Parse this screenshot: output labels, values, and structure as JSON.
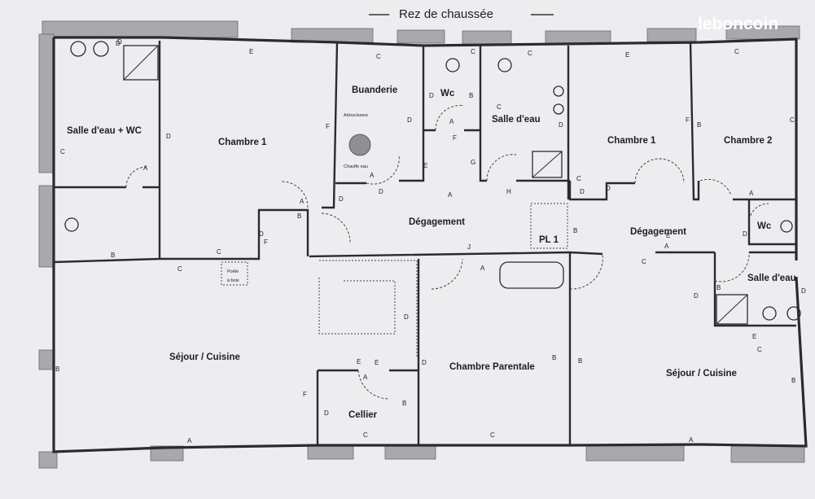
{
  "title": "Rez de chaussée",
  "watermark": "leboncoin",
  "rooms": {
    "salle_eau_wc": "Salle d'eau + WC",
    "chambre1_left": "Chambre 1",
    "buanderie": "Buanderie",
    "wc_top": "Wc",
    "salle_eau_top": "Salle d'eau",
    "chambre1_right": "Chambre 1",
    "chambre2": "Chambre 2",
    "degagement_left": "Dégagement",
    "degagement_right": "Dégagement",
    "wc_right": "Wc",
    "salle_eau_right": "Salle d'eau",
    "sejour_cuisine_left": "Séjour / Cuisine",
    "chambre_parentale": "Chambre Parentale",
    "cellier": "Cellier",
    "sejour_cuisine_right": "Séjour / Cuisine",
    "pl1": "PL 1"
  },
  "fixtures": {
    "adoucisseur": "Adoucisseur",
    "chauffe_eau": "Chauffe eau",
    "poele_1": "Poêle",
    "poele_2": "à bois"
  },
  "wall_letters": [
    {
      "id": "l1",
      "t": "D"
    },
    {
      "id": "l2",
      "t": "E"
    },
    {
      "id": "l3",
      "t": "C"
    },
    {
      "id": "l4",
      "t": "C"
    },
    {
      "id": "l5",
      "t": "C"
    },
    {
      "id": "l6",
      "t": "E"
    },
    {
      "id": "l7",
      "t": "C"
    },
    {
      "id": "l8",
      "t": "D"
    },
    {
      "id": "l9",
      "t": "A"
    },
    {
      "id": "l10",
      "t": "C"
    },
    {
      "id": "l11",
      "t": "D"
    },
    {
      "id": "l12",
      "t": "F"
    },
    {
      "id": "l13",
      "t": "D"
    },
    {
      "id": "l14",
      "t": "A"
    },
    {
      "id": "l15",
      "t": "B"
    },
    {
      "id": "l16",
      "t": "C"
    },
    {
      "id": "l17",
      "t": "A"
    },
    {
      "id": "l18",
      "t": "B"
    },
    {
      "id": "l19",
      "t": "A"
    },
    {
      "id": "l20",
      "t": "D"
    },
    {
      "id": "l21",
      "t": "E"
    },
    {
      "id": "l22",
      "t": "D"
    },
    {
      "id": "l23",
      "t": "A"
    },
    {
      "id": "l24",
      "t": "F"
    },
    {
      "id": "l25",
      "t": "G"
    },
    {
      "id": "l26",
      "t": "H"
    },
    {
      "id": "l27",
      "t": "J"
    },
    {
      "id": "l28",
      "t": "A"
    },
    {
      "id": "l29",
      "t": "D"
    },
    {
      "id": "l30",
      "t": "F"
    },
    {
      "id": "l31",
      "t": "B"
    },
    {
      "id": "l32",
      "t": "C"
    },
    {
      "id": "l33",
      "t": "D"
    },
    {
      "id": "l34",
      "t": "D"
    },
    {
      "id": "l35",
      "t": "B"
    },
    {
      "id": "l36",
      "t": "C"
    },
    {
      "id": "l37",
      "t": "D"
    },
    {
      "id": "l38",
      "t": "F"
    },
    {
      "id": "l39",
      "t": "B"
    },
    {
      "id": "l40",
      "t": "D"
    },
    {
      "id": "l41",
      "t": "E"
    },
    {
      "id": "l42",
      "t": "A"
    },
    {
      "id": "l43",
      "t": "B"
    },
    {
      "id": "l44",
      "t": "C"
    },
    {
      "id": "l45",
      "t": "D"
    },
    {
      "id": "l46",
      "t": "A"
    },
    {
      "id": "l47",
      "t": "C"
    },
    {
      "id": "l48",
      "t": "D"
    },
    {
      "id": "l49",
      "t": "E"
    },
    {
      "id": "l50",
      "t": "B"
    },
    {
      "id": "l51",
      "t": "C"
    },
    {
      "id": "l52",
      "t": "B"
    },
    {
      "id": "l53",
      "t": "F"
    },
    {
      "id": "l54",
      "t": "D"
    },
    {
      "id": "l55",
      "t": "B"
    },
    {
      "id": "l56",
      "t": "A"
    },
    {
      "id": "l57",
      "t": "D"
    },
    {
      "id": "l58",
      "t": "E"
    },
    {
      "id": "l59",
      "t": "B"
    },
    {
      "id": "l60",
      "t": "A"
    },
    {
      "id": "l61",
      "t": "C"
    },
    {
      "id": "l62",
      "t": "D"
    },
    {
      "id": "l63",
      "t": "C"
    },
    {
      "id": "l64",
      "t": "E"
    },
    {
      "id": "l65",
      "t": "C"
    },
    {
      "id": "l66",
      "t": "A"
    },
    {
      "id": "l67",
      "t": "D"
    },
    {
      "id": "l68",
      "t": "B"
    }
  ]
}
